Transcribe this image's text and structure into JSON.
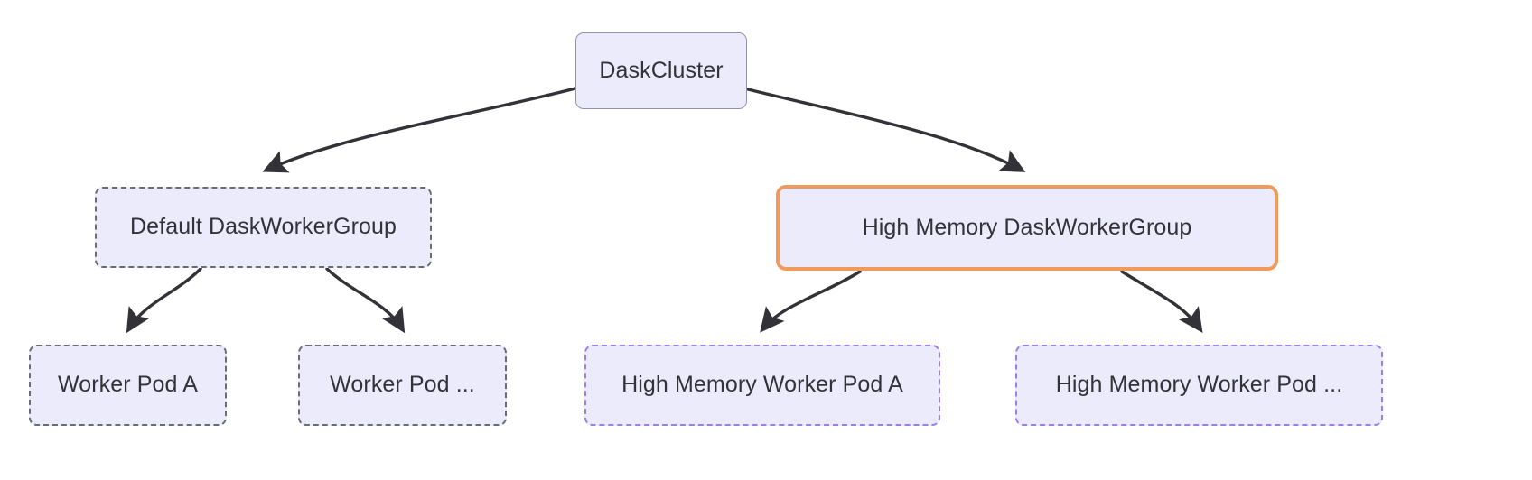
{
  "diagram": {
    "type": "flowchart-tree",
    "direction": "top-down",
    "background_color": "#ffffff",
    "nodes": [
      {
        "id": "daskcluster",
        "label": "DaskCluster",
        "style": "solid-gray",
        "fill_color": "#ecebfb",
        "border_color": "#9290b0",
        "text_color": "#333238"
      },
      {
        "id": "default-group",
        "label": "Default DaskWorkerGroup",
        "style": "dashed-gray",
        "fill_color": "#ecebfb",
        "border_color": "#6b6b72",
        "text_color": "#333238"
      },
      {
        "id": "highmem-group",
        "label": "High Memory DaskWorkerGroup",
        "style": "solid-orange",
        "fill_color": "#ecebfb",
        "border_color": "#ef9b5e",
        "text_color": "#333238"
      },
      {
        "id": "worker-pod-a",
        "label": "Worker Pod A",
        "style": "dashed-gray",
        "fill_color": "#ecebfb",
        "border_color": "#6b6b72",
        "text_color": "#333238"
      },
      {
        "id": "worker-pod-ellipsis",
        "label": "Worker Pod ...",
        "style": "dashed-gray",
        "fill_color": "#ecebfb",
        "border_color": "#6b6b72",
        "text_color": "#333238"
      },
      {
        "id": "hm-pod-a",
        "label": "High Memory Worker Pod A",
        "style": "dashed-purple",
        "fill_color": "#ecebfb",
        "border_color": "#9b7ee8",
        "text_color": "#333238"
      },
      {
        "id": "hm-pod-ellipsis",
        "label": "High Memory Worker Pod ...",
        "style": "dashed-purple",
        "fill_color": "#ecebfb",
        "border_color": "#9b7ee8",
        "text_color": "#333238"
      }
    ],
    "edges": [
      {
        "id": "edge-cluster-default",
        "from": "daskcluster",
        "to": "default-group",
        "arrow": "triangle",
        "color": "#333238"
      },
      {
        "id": "edge-cluster-highmem",
        "from": "daskcluster",
        "to": "highmem-group",
        "arrow": "triangle",
        "color": "#333238"
      },
      {
        "id": "edge-default-pod-a",
        "from": "default-group",
        "to": "worker-pod-a",
        "arrow": "triangle",
        "color": "#333238"
      },
      {
        "id": "edge-default-pod-dots",
        "from": "default-group",
        "to": "worker-pod-ellipsis",
        "arrow": "triangle",
        "color": "#333238"
      },
      {
        "id": "edge-highmem-pod-a",
        "from": "highmem-group",
        "to": "hm-pod-a",
        "arrow": "triangle",
        "color": "#333238"
      },
      {
        "id": "edge-highmem-pod-dots",
        "from": "highmem-group",
        "to": "hm-pod-ellipsis",
        "arrow": "triangle",
        "color": "#333238"
      }
    ]
  }
}
